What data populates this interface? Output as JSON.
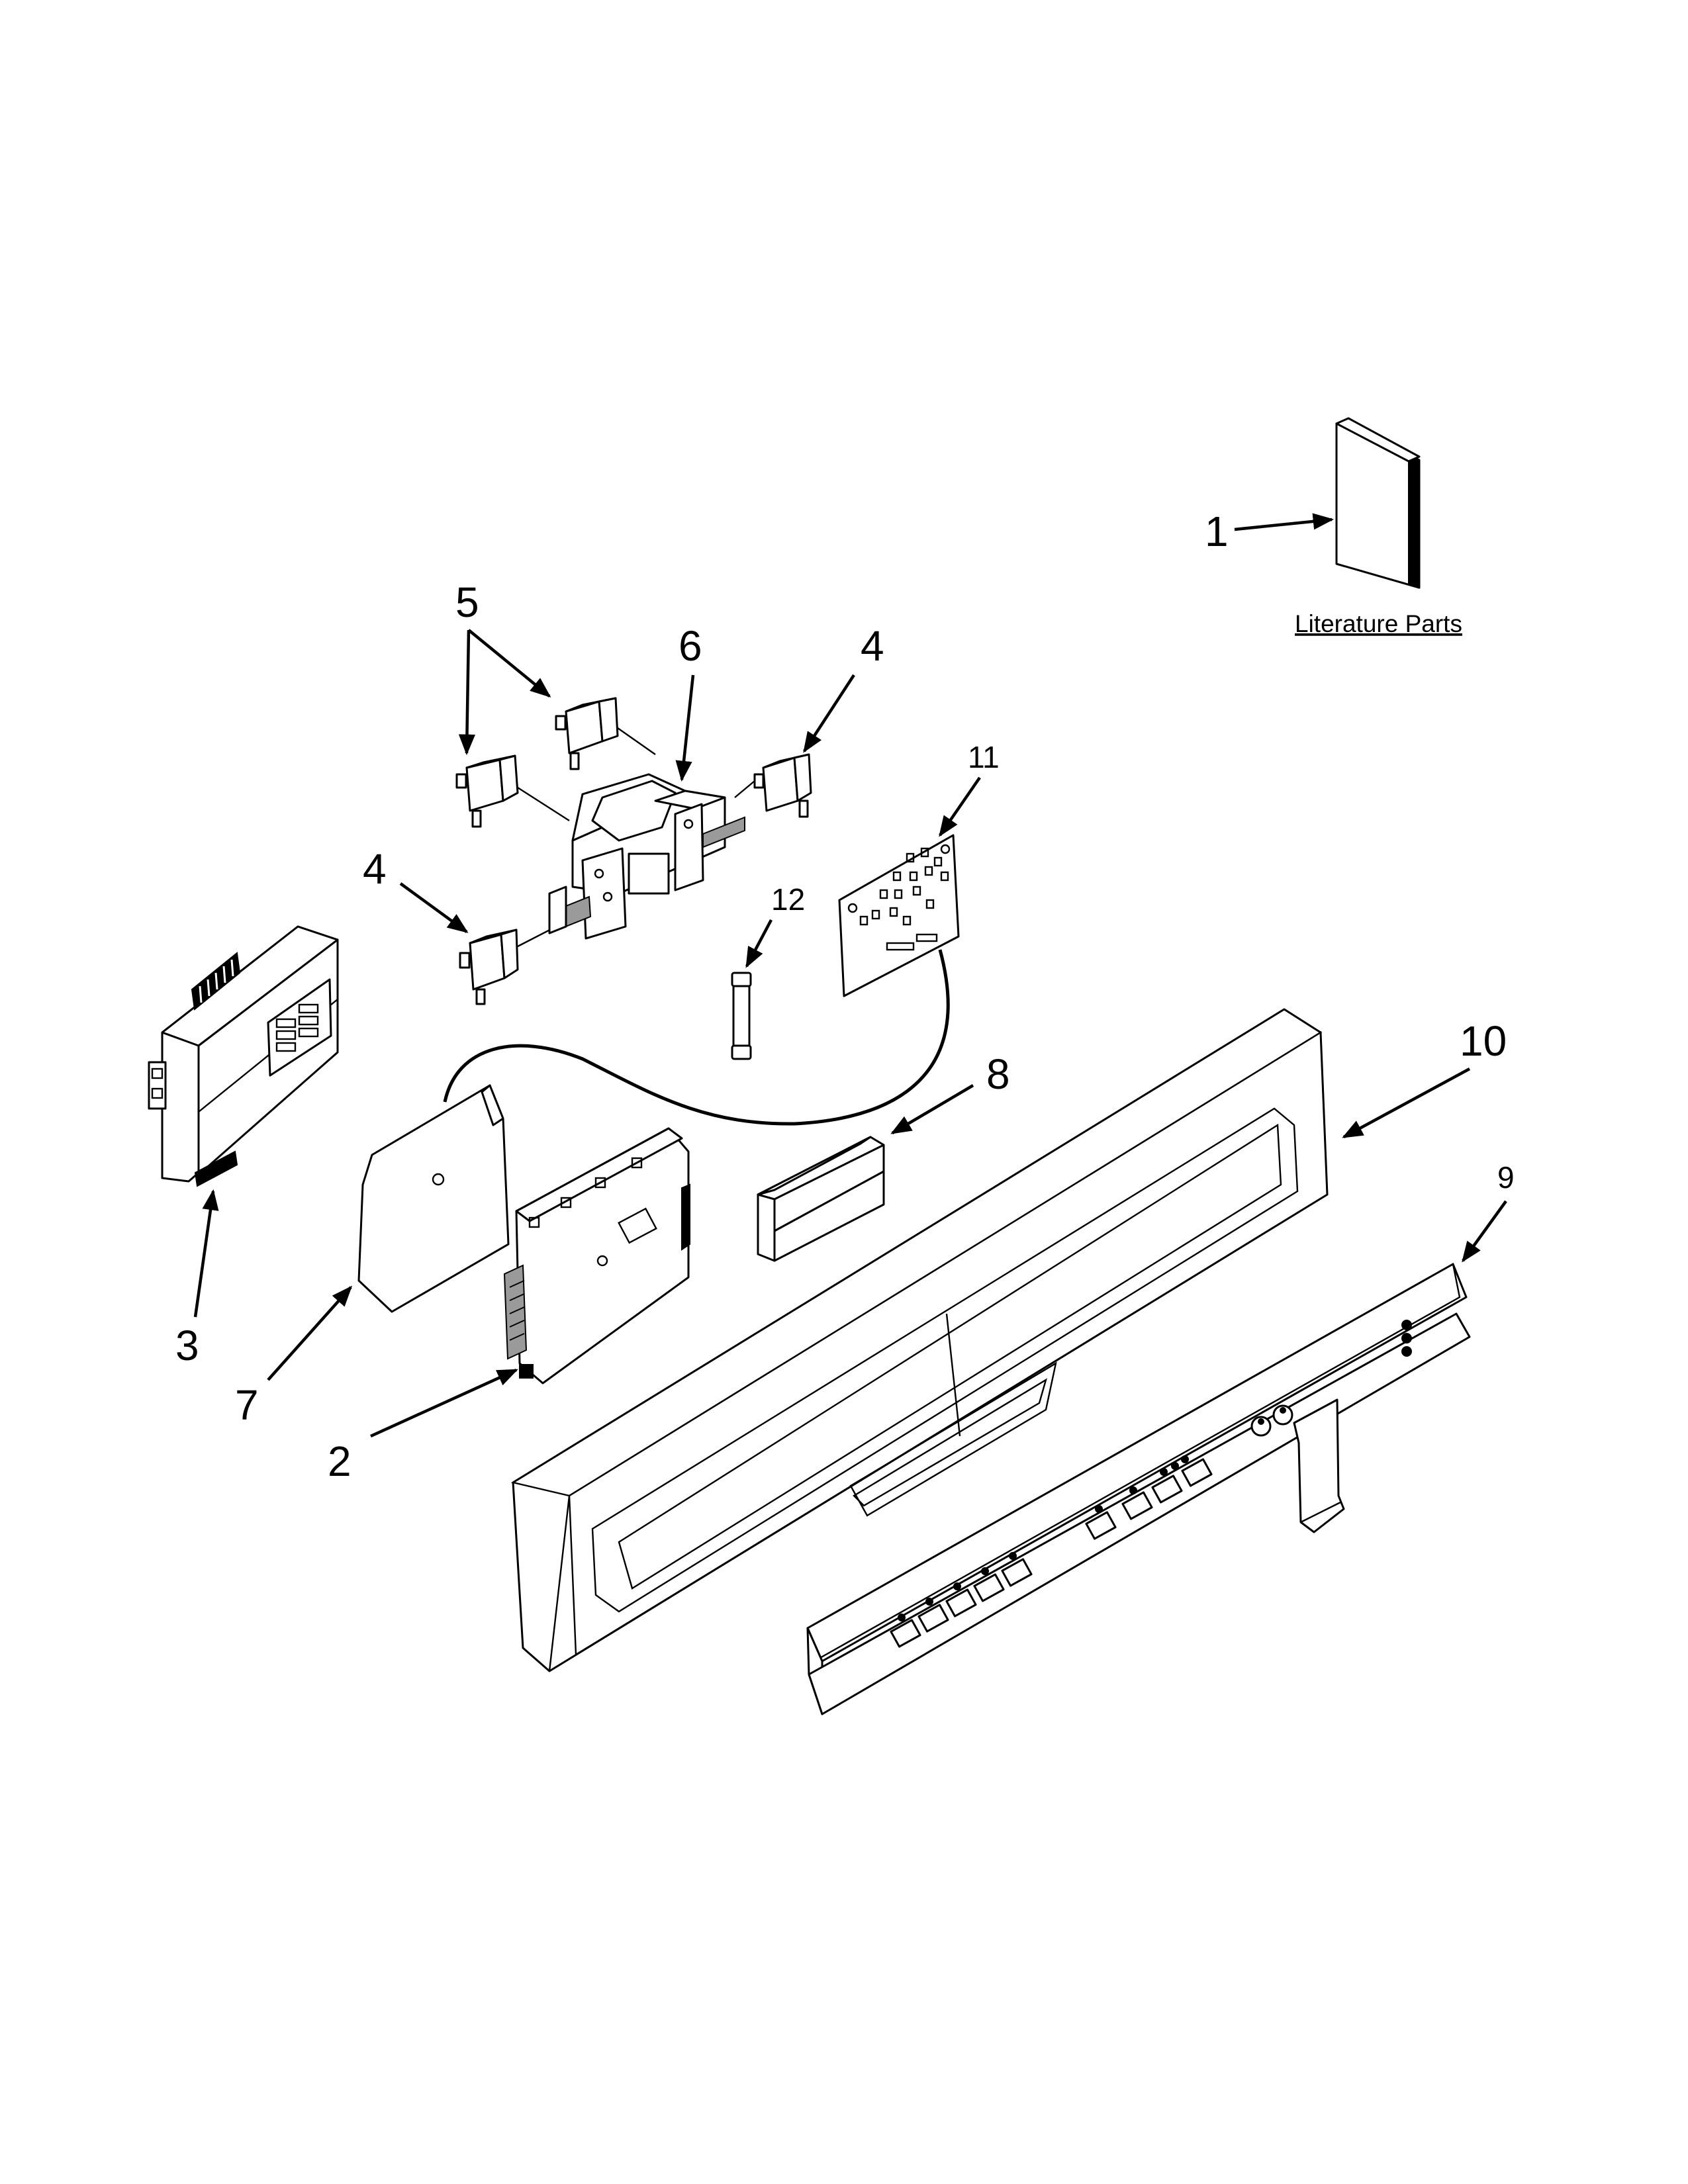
{
  "callouts": {
    "c1": "1",
    "c2": "2",
    "c3": "3",
    "c4a": "4",
    "c4b": "4",
    "c5": "5",
    "c6": "6",
    "c7": "7",
    "c8": "8",
    "c9": "9",
    "c10": "10",
    "c11": "11",
    "c12": "12"
  },
  "literature_label": "Literature Parts"
}
